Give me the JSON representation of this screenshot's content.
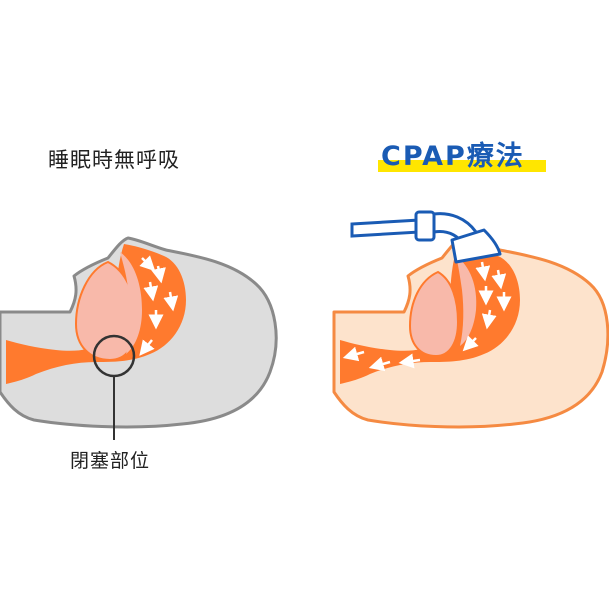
{
  "left_panel": {
    "title": "睡眠時無呼吸",
    "callout_label": "閉塞部位"
  },
  "right_panel": {
    "title": "CPAP療法"
  },
  "colors": {
    "airway_orange": "#ff7a2e",
    "tissue_pink": "#f8b9aa",
    "head_gray": "#dddddd",
    "head_gray_outline": "#8a8a8a",
    "head_peach": "#fde3cc",
    "head_peach_outline": "#f58a42",
    "title_blue": "#1a5bb4",
    "title_underline_yellow": "#ffe600",
    "mask_blue": "#1a5bb4"
  }
}
